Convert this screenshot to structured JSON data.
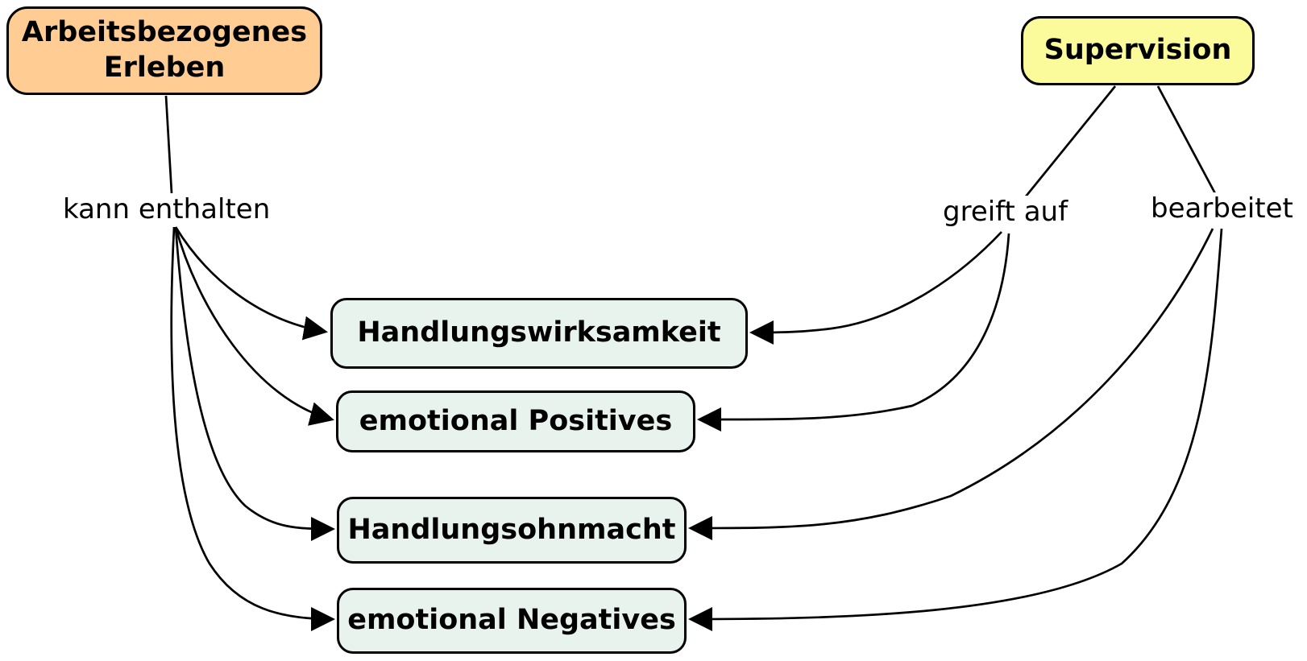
{
  "diagram": {
    "nodes": {
      "erleben": {
        "label": "Arbeitsbezogenes Erleben",
        "fill": "#FFCC93"
      },
      "supervision": {
        "label": "Supervision",
        "fill": "#FBFB9B"
      },
      "wirksamkeit": {
        "label": "Handlungswirksamkeit",
        "fill": "#E9F3EE"
      },
      "positives": {
        "label": "emotional Positives",
        "fill": "#E9F3EE"
      },
      "ohnmacht": {
        "label": "Handlungsohnmacht",
        "fill": "#E9F3EE"
      },
      "negatives": {
        "label": "emotional Negatives",
        "fill": "#E9F3EE"
      }
    },
    "link_labels": {
      "kann_enthalten": "kann enthalten",
      "greift_auf": "greift auf",
      "bearbeitet": "bearbeitet"
    },
    "edges": [
      {
        "from": "Arbeitsbezogenes Erleben",
        "label": "kann enthalten",
        "to": "Handlungswirksamkeit"
      },
      {
        "from": "Arbeitsbezogenes Erleben",
        "label": "kann enthalten",
        "to": "emotional Positives"
      },
      {
        "from": "Arbeitsbezogenes Erleben",
        "label": "kann enthalten",
        "to": "Handlungsohnmacht"
      },
      {
        "from": "Arbeitsbezogenes Erleben",
        "label": "kann enthalten",
        "to": "emotional Negatives"
      },
      {
        "from": "Supervision",
        "label": "greift auf",
        "to": "Handlungswirksamkeit"
      },
      {
        "from": "Supervision",
        "label": "greift auf",
        "to": "emotional Positives"
      },
      {
        "from": "Supervision",
        "label": "bearbeitet",
        "to": "Handlungsohnmacht"
      },
      {
        "from": "Supervision",
        "label": "bearbeitet",
        "to": "emotional Negatives"
      }
    ],
    "colors": {
      "line": "#000000",
      "background": "#FFFFFF",
      "border": "#000000"
    }
  }
}
